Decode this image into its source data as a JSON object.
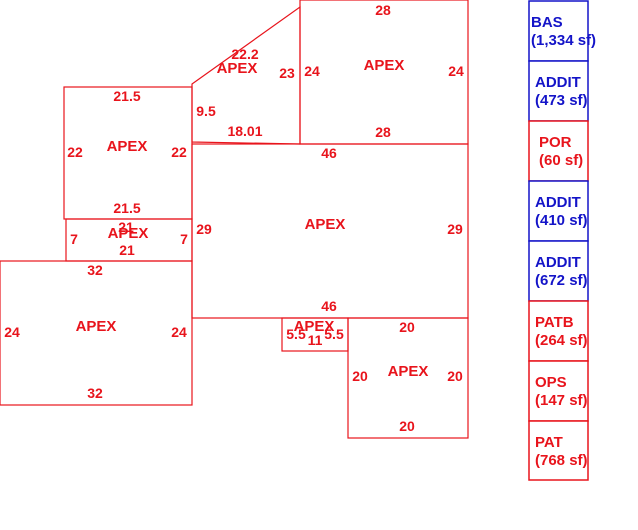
{
  "colors": {
    "red": "#e8141c",
    "blue": "#1414c8"
  },
  "areas": [
    {
      "label": "APEX",
      "dims": [
        "22.2",
        "23",
        "9.5",
        "18.01"
      ]
    },
    {
      "label": "APEX",
      "dims": [
        "28",
        "24",
        "24",
        "28"
      ]
    },
    {
      "label": "APEX",
      "dims": [
        "21.5",
        "22",
        "22",
        "21.5"
      ]
    },
    {
      "label": "APEX",
      "dims": [
        "46",
        "29",
        "29",
        "46"
      ]
    },
    {
      "label": "APEX",
      "dims": [
        "21",
        "7",
        "7",
        "21"
      ]
    },
    {
      "label": "APEX",
      "dims": [
        "32",
        "24",
        "24",
        "32"
      ]
    },
    {
      "label": "APEX",
      "dims": [
        "5.5",
        "11",
        "5.5"
      ]
    },
    {
      "label": "APEX",
      "dims": [
        "20",
        "20",
        "20",
        "20"
      ]
    }
  ],
  "legend": [
    {
      "code": "BAS",
      "area": "(1,334 sf)",
      "color": "#1414c8"
    },
    {
      "code": "ADDIT",
      "area": "(473 sf)",
      "color": "#1414c8"
    },
    {
      "code": "POR",
      "area": "(60 sf)",
      "color": "#e8141c"
    },
    {
      "code": "ADDIT",
      "area": "(410 sf)",
      "color": "#1414c8"
    },
    {
      "code": "ADDIT",
      "area": "(672 sf)",
      "color": "#1414c8"
    },
    {
      "code": "PATB",
      "area": "(264 sf)",
      "color": "#e8141c"
    },
    {
      "code": "OPS",
      "area": "(147 sf)",
      "color": "#e8141c"
    },
    {
      "code": "PAT",
      "area": "(768 sf)",
      "color": "#e8141c"
    }
  ]
}
